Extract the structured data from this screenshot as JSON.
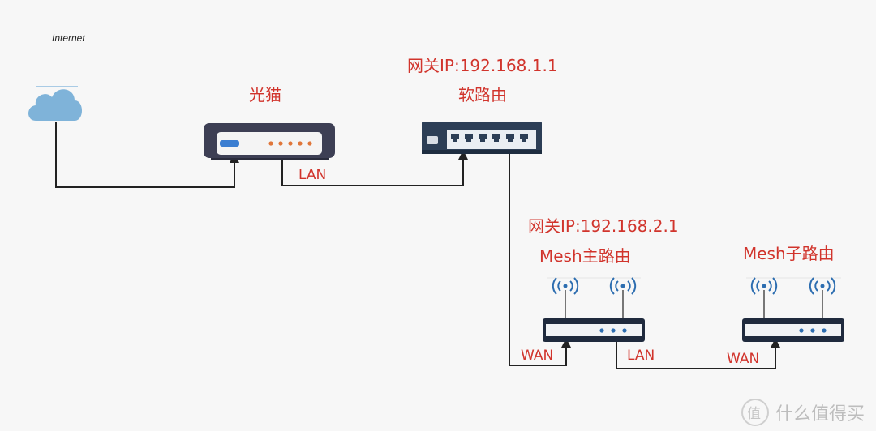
{
  "labels": {
    "internet": "Internet",
    "modem": "光猫",
    "soft_router_gateway": "网关IP:192.168.1.1",
    "soft_router": "软路由",
    "mesh_main_gateway": "网关IP:192.168.2.1",
    "mesh_main": "Mesh主路由",
    "mesh_sub": "Mesh子路由"
  },
  "links": {
    "modem_to_soft": "LAN",
    "soft_to_mesh_main": "WAN",
    "mesh_main_out": "LAN",
    "mesh_sub_in": "WAN"
  },
  "watermark": "什么值得买",
  "colors": {
    "label": "#d1342c",
    "line": "#222222",
    "cloud": "#7fb3d9",
    "modem_body": "#3d3f54",
    "switch_body": "#2c3e56",
    "router_body": "#1f2a3d",
    "led": "#e0763a",
    "wifi": "#2c6db0"
  }
}
